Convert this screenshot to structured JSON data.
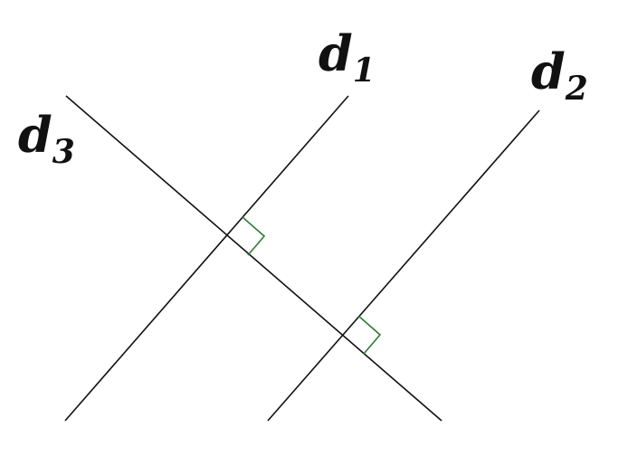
{
  "diagram": {
    "lines": [
      {
        "id": "d1",
        "name": "d",
        "sub": "1"
      },
      {
        "id": "d2",
        "name": "d",
        "sub": "2"
      },
      {
        "id": "d3",
        "name": "d",
        "sub": "3"
      }
    ],
    "right_angles": [
      {
        "between": [
          "d1",
          "d3"
        ]
      },
      {
        "between": [
          "d2",
          "d3"
        ]
      }
    ],
    "colors": {
      "line": "#111111",
      "right_angle_mark": "#2e7d32",
      "background": "#ffffff"
    }
  }
}
